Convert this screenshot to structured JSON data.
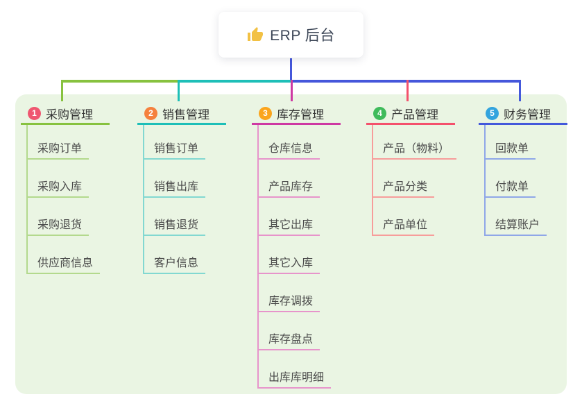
{
  "root": {
    "label": "ERP 后台",
    "icon": "thumbs-up-icon",
    "icon_color": "#F2C144"
  },
  "canvas": {
    "background": "#FFFFFF",
    "panel_background": "#EAF5E3"
  },
  "connector_color": "#4557DB",
  "branches": [
    {
      "badge": "1",
      "badge_color": "#EF5770",
      "title": "采购管理",
      "line_color": "#87C23F",
      "child_line_color": "#B3D98D",
      "children": [
        "采购订单",
        "采购入库",
        "采购退货",
        "供应商信息"
      ]
    },
    {
      "badge": "2",
      "badge_color": "#F5813E",
      "title": "销售管理",
      "line_color": "#1EBFB8",
      "child_line_color": "#82D8D1",
      "children": [
        "销售订单",
        "销售出库",
        "销售退货",
        "客户信息"
      ]
    },
    {
      "badge": "3",
      "badge_color": "#FBA51C",
      "title": "库存管理",
      "line_color": "#CE39A3",
      "child_line_color": "#E794CB",
      "children": [
        "仓库信息",
        "产品库存",
        "其它出库",
        "其它入库",
        "库存调拨",
        "库存盘点",
        "出库库明细"
      ]
    },
    {
      "badge": "4",
      "badge_color": "#3FBB5B",
      "title": "产品管理",
      "line_color": "#F4516C",
      "child_line_color": "#F79D9B",
      "children": [
        "产品（物料）",
        "产品分类",
        "产品单位"
      ]
    },
    {
      "badge": "5",
      "badge_color": "#33A4DE",
      "title": "财务管理",
      "line_color": "#4459DB",
      "child_line_color": "#8FA7E8",
      "children": [
        "回款单",
        "付款单",
        "结算账户"
      ]
    }
  ]
}
